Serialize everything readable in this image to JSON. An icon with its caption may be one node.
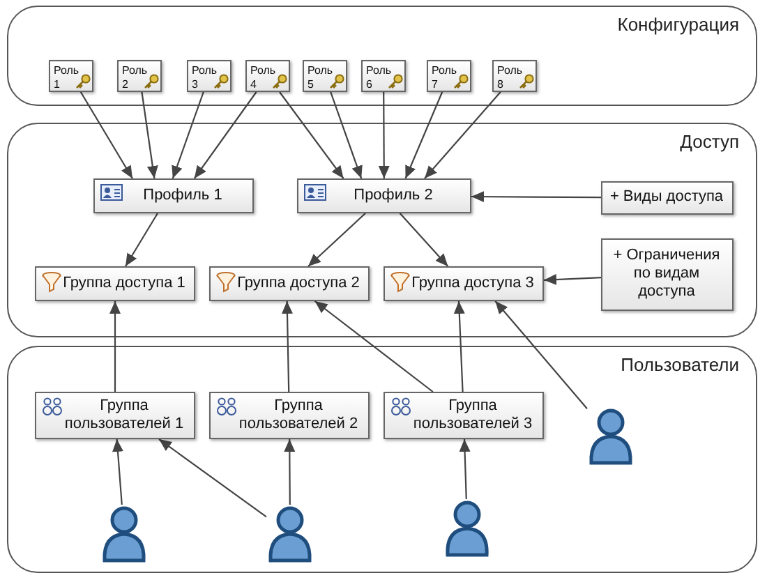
{
  "diagram": {
    "nodes": [
      {
        "text": [
          "Конфигурация"
        ]
      },
      {
        "text": [
          "Роль 1"
        ],
        "in": 0
      },
      {
        "text": [
          "Роль 2"
        ],
        "in": 0
      },
      {
        "text": [
          "Роль 3"
        ],
        "in": 0
      },
      {
        "text": [
          "Роль 4"
        ],
        "in": 0
      },
      {
        "text": [
          "Роль 5"
        ],
        "in": 0
      },
      {
        "text": [
          "Роль 6"
        ],
        "in": 0
      },
      {
        "text": [
          "Роль 7"
        ],
        "in": 0
      },
      {
        "text": [
          "Роль 8"
        ],
        "in": 0
      },
      {
        "text": [
          "Доступ"
        ]
      },
      {
        "text": [
          "Профиль 1"
        ],
        "in": 9
      },
      {
        "text": [
          "Профиль 2"
        ],
        "in": 9
      },
      {
        "text": [
          "+ Виды доступа"
        ],
        "in": 9
      },
      {
        "text": [
          "Группа доступа 1"
        ],
        "in": 9
      },
      {
        "text": [
          "Группа доступа 2"
        ],
        "in": 9
      },
      {
        "text": [
          "Группа доступа 3"
        ],
        "in": 9
      },
      {
        "text": [
          "+ Ограничения по видам доступа"
        ],
        "in": 9
      },
      {
        "text": [
          "Пользователи"
        ]
      },
      {
        "text": [
          "Группа пользователей 1"
        ],
        "in": 17
      },
      {
        "text": [
          "Группа пользователей 2"
        ],
        "in": 17
      },
      {
        "text": [
          "Группа пользователей 3"
        ],
        "in": 17
      },
      {
        "text": [],
        "shape": "person",
        "in": 17
      },
      {
        "text": [],
        "shape": "person",
        "in": 17
      },
      {
        "text": [],
        "shape": "person",
        "in": 17
      },
      {
        "text": [],
        "shape": "person",
        "in": 17
      }
    ],
    "edges": [
      {
        "from": 1,
        "to": 10,
        "arrow": "to"
      },
      {
        "from": 2,
        "to": 10,
        "arrow": "to"
      },
      {
        "from": 3,
        "to": 10,
        "arrow": "to"
      },
      {
        "from": 4,
        "to": 10,
        "arrow": "to"
      },
      {
        "from": 4,
        "to": 11,
        "arrow": "to"
      },
      {
        "from": 5,
        "to": 11,
        "arrow": "to"
      },
      {
        "from": 6,
        "to": 11,
        "arrow": "to"
      },
      {
        "from": 7,
        "to": 11,
        "arrow": "to"
      },
      {
        "from": 8,
        "to": 11,
        "arrow": "to"
      },
      {
        "from": 12,
        "to": 11,
        "arrow": "to"
      },
      {
        "from": 10,
        "to": 13,
        "arrow": "to"
      },
      {
        "from": 11,
        "to": 14,
        "arrow": "to"
      },
      {
        "from": 11,
        "to": 15,
        "arrow": "to"
      },
      {
        "from": 16,
        "to": 15,
        "arrow": "to"
      },
      {
        "from": 18,
        "to": 13,
        "arrow": "to"
      },
      {
        "from": 19,
        "to": 14,
        "arrow": "to"
      },
      {
        "from": 20,
        "to": 14,
        "arrow": "to"
      },
      {
        "from": 20,
        "to": 15,
        "arrow": "to"
      },
      {
        "from": 21,
        "to": 15,
        "arrow": "to"
      },
      {
        "from": 22,
        "to": 18,
        "arrow": "to"
      },
      {
        "from": 23,
        "to": 18,
        "arrow": "to"
      },
      {
        "from": 23,
        "to": 19,
        "arrow": "to"
      },
      {
        "from": 24,
        "to": 20,
        "arrow": "to"
      }
    ]
  }
}
